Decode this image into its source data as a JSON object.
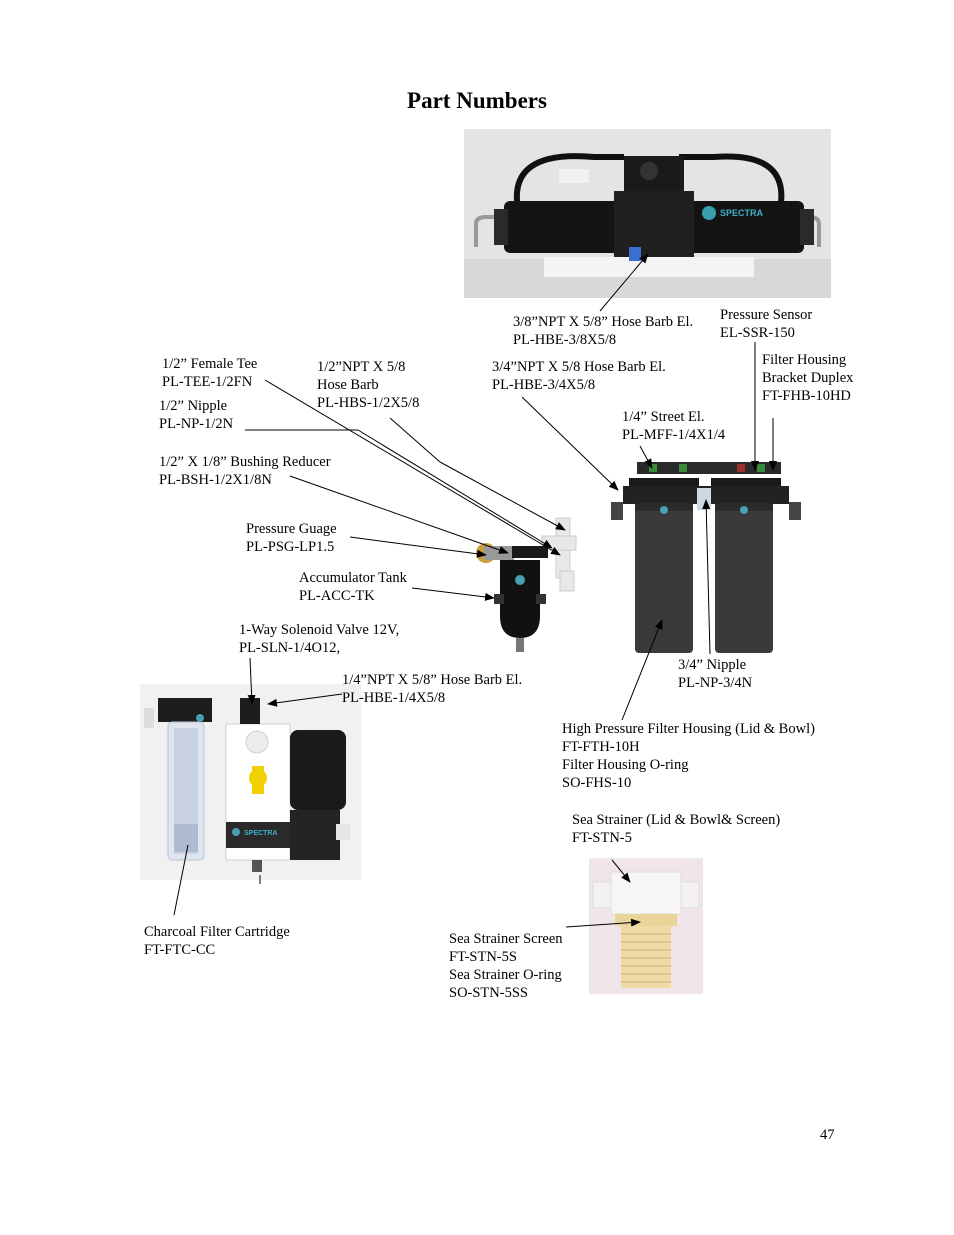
{
  "page": {
    "title": "Part Numbers",
    "page_number": "47"
  },
  "labels": {
    "hbe38": [
      "3/8”NPT X 5/8” Hose Barb El.",
      "PL-HBE-3/8X5/8"
    ],
    "ssr": [
      "Pressure Sensor",
      "EL-SSR-150"
    ],
    "fhb": [
      "Filter Housing",
      "Bracket Duplex",
      "FT-FHB-10HD"
    ],
    "tee": [
      "1/2” Female Tee",
      "PL-TEE-1/2FN"
    ],
    "hbs": [
      "1/2”NPT X 5/8",
      "Hose Barb",
      "PL-HBS-1/2X5/8"
    ],
    "hbe34": [
      "3/4”NPT X 5/8 Hose Barb El.",
      "PL-HBE-3/4X5/8"
    ],
    "np12": [
      "1/2” Nipple",
      "PL-NP-1/2N"
    ],
    "mff": [
      "1/4” Street El.",
      "PL-MFF-1/4X1/4"
    ],
    "bsh": [
      "1/2” X 1/8” Bushing Reducer",
      "PL-BSH-1/2X1/8N"
    ],
    "psg": [
      "Pressure Guage",
      "PL-PSG-LP1.5"
    ],
    "acc": [
      "Accumulator Tank",
      "PL-ACC-TK"
    ],
    "sln": [
      "1-Way Solenoid Valve 12V,",
      "PL-SLN-1/4O12,"
    ],
    "hbe14": [
      "1/4”NPT X 5/8” Hose Barb El.",
      "PL-HBE-1/4X5/8"
    ],
    "np34": [
      "3/4” Nipple",
      "PL-NP-3/4N"
    ],
    "fth": [
      "High Pressure Filter Housing (Lid & Bowl)",
      "FT-FTH-10H",
      "Filter Housing O-ring",
      "SO-FHS-10"
    ],
    "stn": [
      "Sea Strainer (Lid & Bowl& Screen)",
      "FT-STN-5"
    ],
    "ftc": [
      "Charcoal Filter Cartridge",
      "FT-FTC-CC"
    ],
    "stn5s": [
      "Sea Strainer Screen",
      "FT-STN-5S",
      "Sea Strainer O-ring",
      "SO-STN-5SS"
    ]
  },
  "photos": {
    "main_brand": "SPECTRA",
    "prefilter_brand": "SPECTRA"
  }
}
